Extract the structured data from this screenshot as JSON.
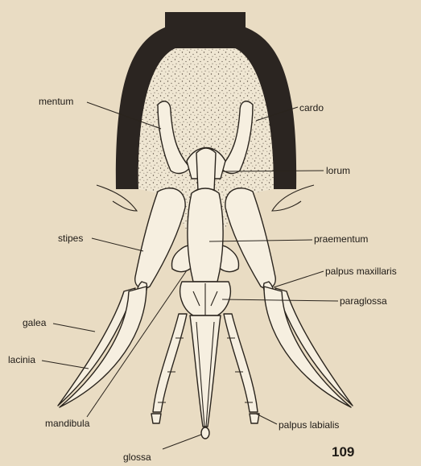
{
  "labels": {
    "mentum": "mentum",
    "cardo": "cardo",
    "lorum": "lorum",
    "stipes": "stipes",
    "praementum": "praementum",
    "palpus_maxillaris": "palpus maxillaris",
    "paraglossa": "paraglossa",
    "galea": "galea",
    "lacinia": "lacinia",
    "mandibula": "mandibula",
    "palpus_labialis": "palpus labialis",
    "glossa": "glossa"
  },
  "page_number": "109",
  "colors": {
    "paper": "#e9dcc3",
    "ink": "#2a241d",
    "head_capsule": "#2b2521",
    "stipple_fill": "#efe6d2",
    "stipple_dot": "#5b4f44"
  }
}
